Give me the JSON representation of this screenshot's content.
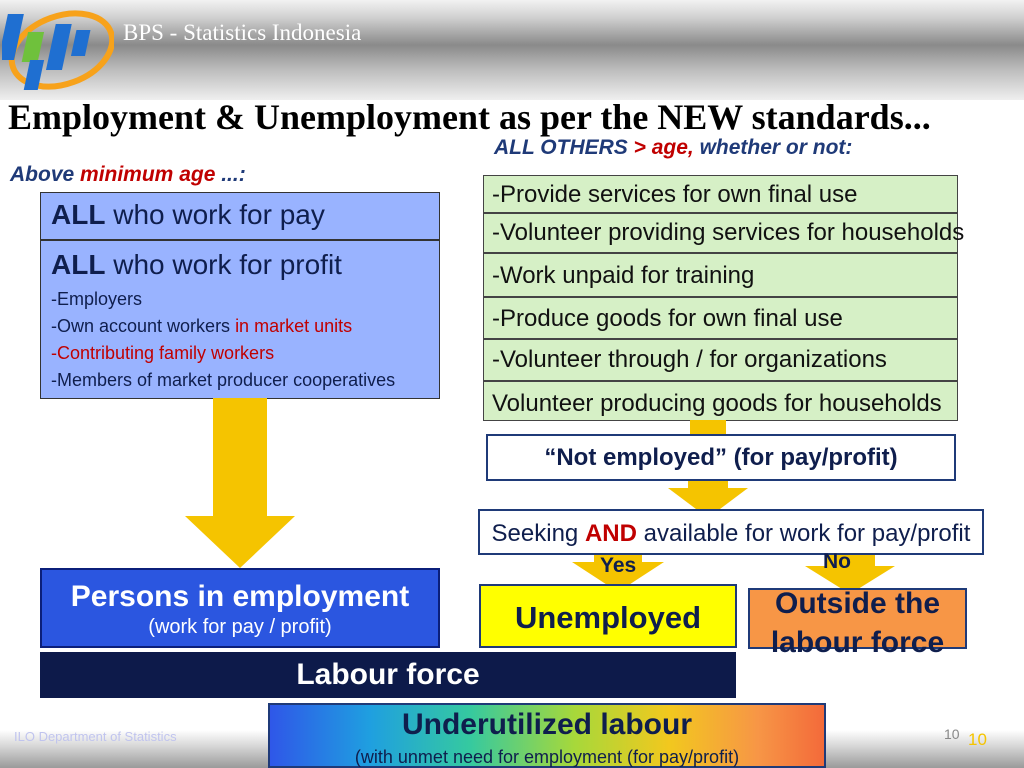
{
  "header": {
    "org_title": "BPS - Statistics Indonesia"
  },
  "slide": {
    "title": "Employment & Unemployment as per the NEW standards..."
  },
  "left": {
    "cond_prefix": "Above ",
    "cond_emph": "minimum age",
    "cond_suffix": " ...:",
    "pay_bold": "ALL",
    "pay_text": " who work for pay",
    "profit_bold": "ALL",
    "profit_text": " who work for profit",
    "items": [
      {
        "text": "-Employers",
        "suffix": ""
      },
      {
        "text": "-Own account workers ",
        "suffix": "in market units"
      },
      {
        "text": "-Contributing family workers",
        "suffix": ""
      },
      {
        "text": "-Members of market producer cooperatives",
        "suffix": ""
      }
    ]
  },
  "right": {
    "cond_prefix": "ALL OTHERS ",
    "cond_gt": ">",
    "cond_age": " age,",
    "cond_suffix": " whether or not:",
    "activities": [
      "-Provide services for own final use",
      "-Volunteer providing services for households",
      "-Work unpaid for training",
      "-Produce goods for own final use",
      "-Volunteer through / for organizations",
      "Volunteer producing goods for households"
    ],
    "not_employed": "“Not employed” (for pay/profit)",
    "seeking_prefix": "Seeking ",
    "seeking_and": "AND",
    "seeking_suffix": " available for work for pay/profit",
    "yes": "Yes",
    "no": "No",
    "unemployed": "Unemployed",
    "outside": "Outside the labour force"
  },
  "employment": {
    "title": "Persons in employment",
    "sub": "(work for pay / profit)"
  },
  "labour_force": "Labour force",
  "underutilized": {
    "title": "Underutilized labour",
    "sub": "(with unmet need for employment (for pay/profit)"
  },
  "footer": {
    "credit": "ILO Department of Statistics",
    "page_small": "10",
    "page": "10"
  },
  "colors": {
    "accent_red": "#c00000",
    "navy": "#1f3a78",
    "light_blue": "#99b3ff",
    "green": "#d6f0c6",
    "yellow": "#ffff00",
    "orange": "#f79646",
    "arrow": "#f5c400"
  }
}
